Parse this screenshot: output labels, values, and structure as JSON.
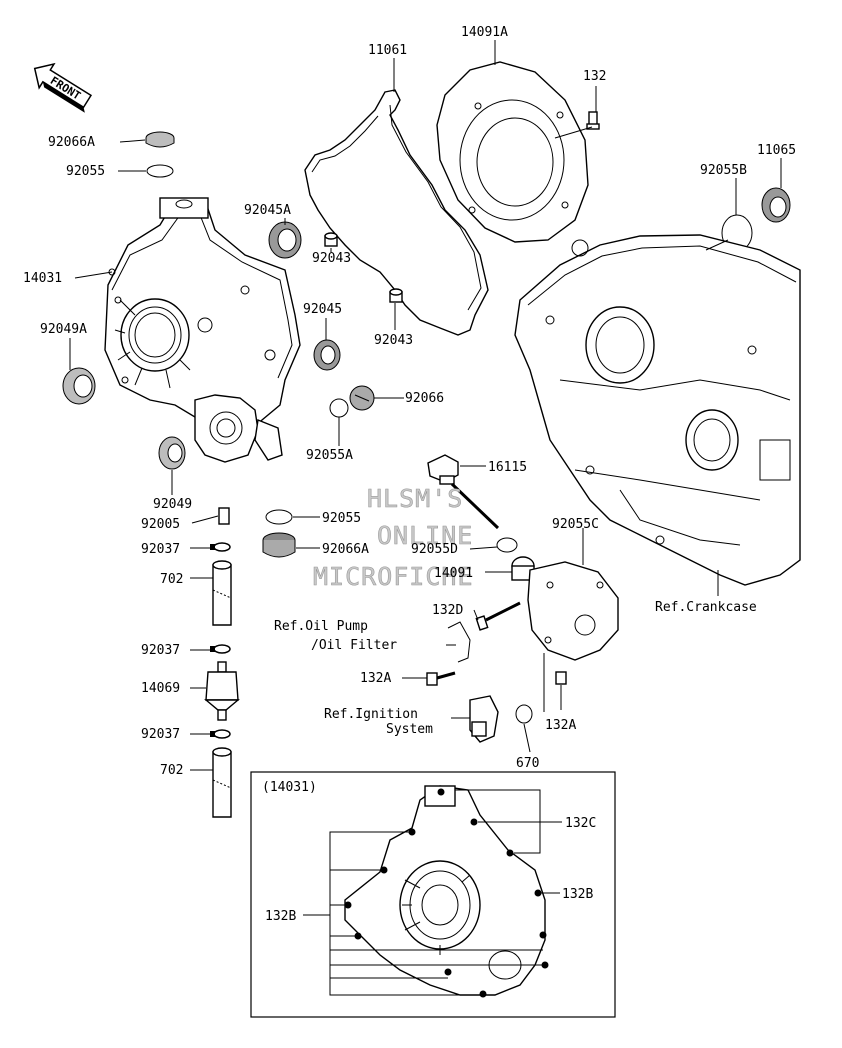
{
  "labels": {
    "p92066A": "92066A",
    "p92055_top": "92055",
    "p14031": "14031",
    "p92049A": "92049A",
    "p92045A": "92045A",
    "p92045": "92045",
    "p92043_a": "92043",
    "p92043_b": "92043",
    "p11061": "11061",
    "p14091A": "14091A",
    "p132": "132",
    "p11065": "11065",
    "p92055B": "92055B",
    "p92066": "92066",
    "p92055A": "92055A",
    "p92049": "92049",
    "p92005": "92005",
    "p92055_mid": "92055",
    "p92037_a": "92037",
    "p92066A_mid": "92066A",
    "p702_a": "702",
    "p92037_b": "92037",
    "p14069": "14069",
    "p92037_c": "92037",
    "p702_b": "702",
    "p16115": "16115",
    "p92055C": "92055C",
    "p92055D": "92055D",
    "p14091": "14091",
    "p132D": "132D",
    "p132A_a": "132A",
    "p132A_b": "132A",
    "p670": "670",
    "p14031_box": "(14031)",
    "p132C": "132C",
    "p132B_a": "132B",
    "p132B_b": "132B"
  },
  "references": {
    "crankcase": "Ref.Crankcase",
    "oil_pump_line1": "Ref.Oil Pump",
    "oil_pump_line2": "/Oil Filter",
    "ignition_line1": "Ref.Ignition",
    "ignition_line2": "System"
  },
  "front_badge": "FRONT",
  "watermark": {
    "line1": "HLSM'S",
    "line2": "ONLINE",
    "line3": "MICROFICHE"
  }
}
